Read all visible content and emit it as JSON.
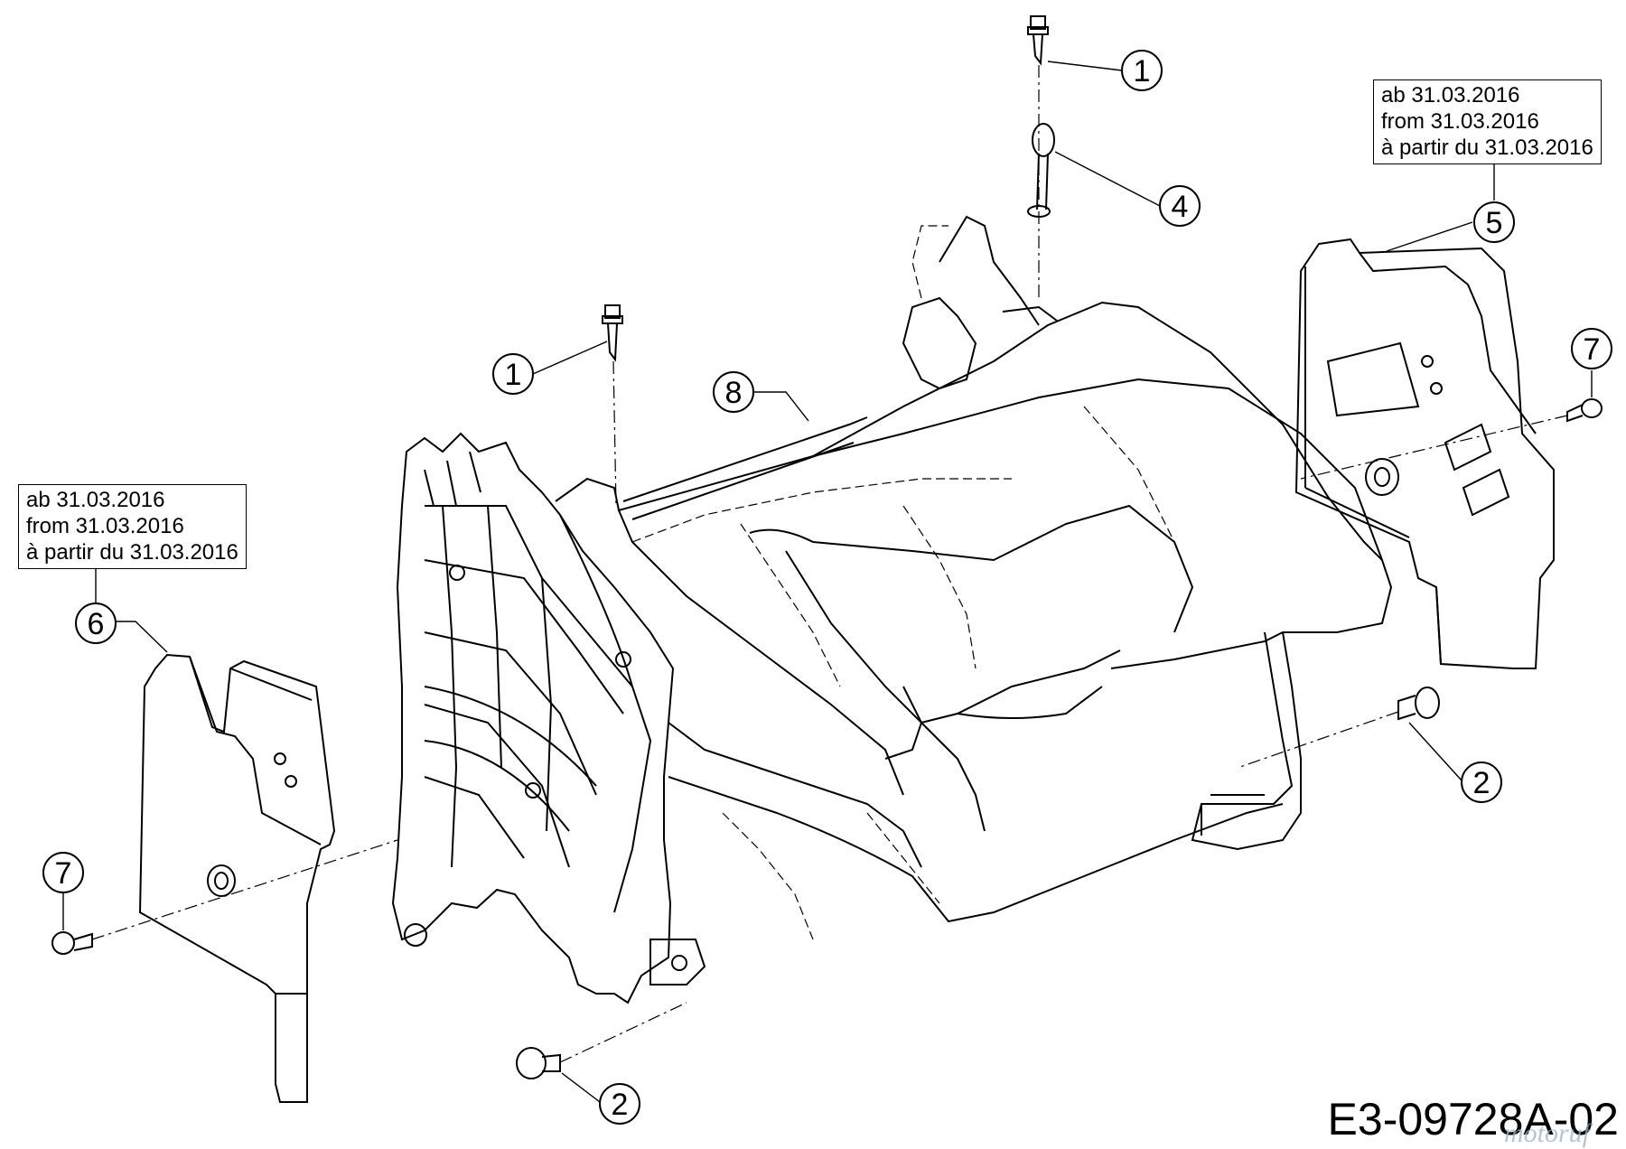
{
  "callouts": {
    "c1_top": "1",
    "c1_mid": "1",
    "c2_right": "2",
    "c2_bottom": "2",
    "c4": "4",
    "c5": "5",
    "c6": "6",
    "c7_right": "7",
    "c7_left": "7",
    "c8": "8"
  },
  "notes": {
    "right": [
      "ab 31.03.2016",
      "from 31.03.2016",
      "à partir du 31.03.2016"
    ],
    "left": [
      "ab 31.03.2016",
      "from 31.03.2016",
      "à partir du 31.03.2016"
    ]
  },
  "drawing_code": "E3-09728A-02",
  "watermark": "motoruf"
}
